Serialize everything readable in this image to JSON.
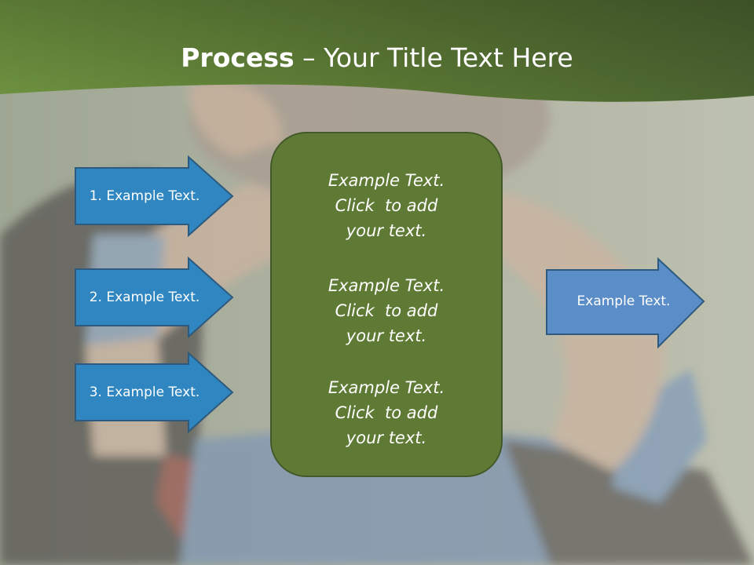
{
  "slide": {
    "title_bold": "Process",
    "title_rest": " – Your Title Text Here"
  },
  "left_arrows": [
    {
      "label": "1. Example Text."
    },
    {
      "label": "2. Example Text."
    },
    {
      "label": "3. Example Text."
    }
  ],
  "center_box": {
    "paragraphs": [
      {
        "lines": [
          "Example Text.",
          "Click  to add",
          "your text."
        ]
      },
      {
        "lines": [
          "Example Text.",
          "Click  to add",
          "your text."
        ]
      },
      {
        "lines": [
          "Example Text.",
          "Click  to add",
          "your text."
        ]
      }
    ]
  },
  "right_arrow": {
    "label": "Example Text."
  },
  "colors": {
    "header_green": "#5e7a35",
    "arrow_blue": "#2f86c0",
    "right_arrow_blue": "#5b8ec8",
    "box_green": "#5f7a35"
  }
}
